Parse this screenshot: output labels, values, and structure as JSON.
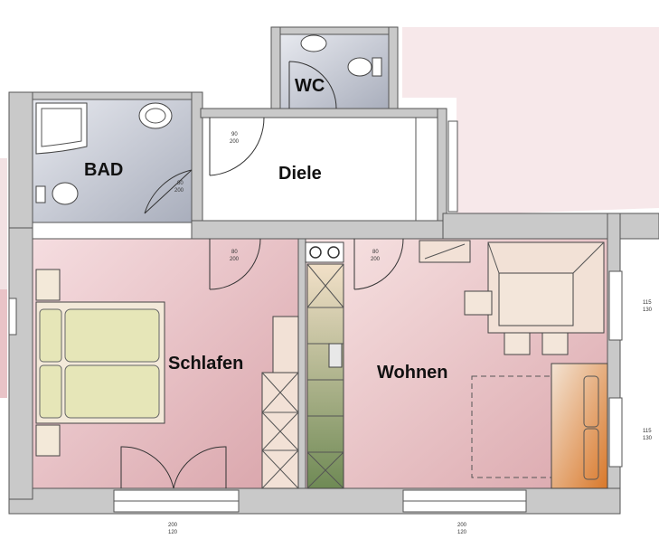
{
  "rooms": {
    "bad": "BAD",
    "wc": "WC",
    "diele": "Diele",
    "schlafen": "Schlafen",
    "wohnen": "Wohnen"
  },
  "door_dims": {
    "bad_door": [
      "80",
      "200"
    ],
    "diele_door": [
      "90",
      "200"
    ],
    "schlafen_door": [
      "80",
      "200"
    ],
    "wohnen_door": [
      "80",
      "200"
    ]
  },
  "window_dims": {
    "right_upper": [
      "115",
      "130"
    ],
    "right_lower": [
      "115",
      "130"
    ],
    "bottom_left": [
      "200",
      "120"
    ],
    "bottom_right": [
      "200",
      "120"
    ]
  },
  "colors": {
    "wall": "#c9c9c9",
    "bad_floor": "#b7bcc8",
    "wc_floor": "#b7bcc8",
    "diele_floor": "#ffffff",
    "schlafen_floor": "#e9c9cc",
    "wohnen_floor": "#efd3d3",
    "bed": "#e6e6b8",
    "sofa": "#d9a16a",
    "kitchen_counter": "#e8c7a2",
    "neighbor": "#f2e1e3"
  }
}
